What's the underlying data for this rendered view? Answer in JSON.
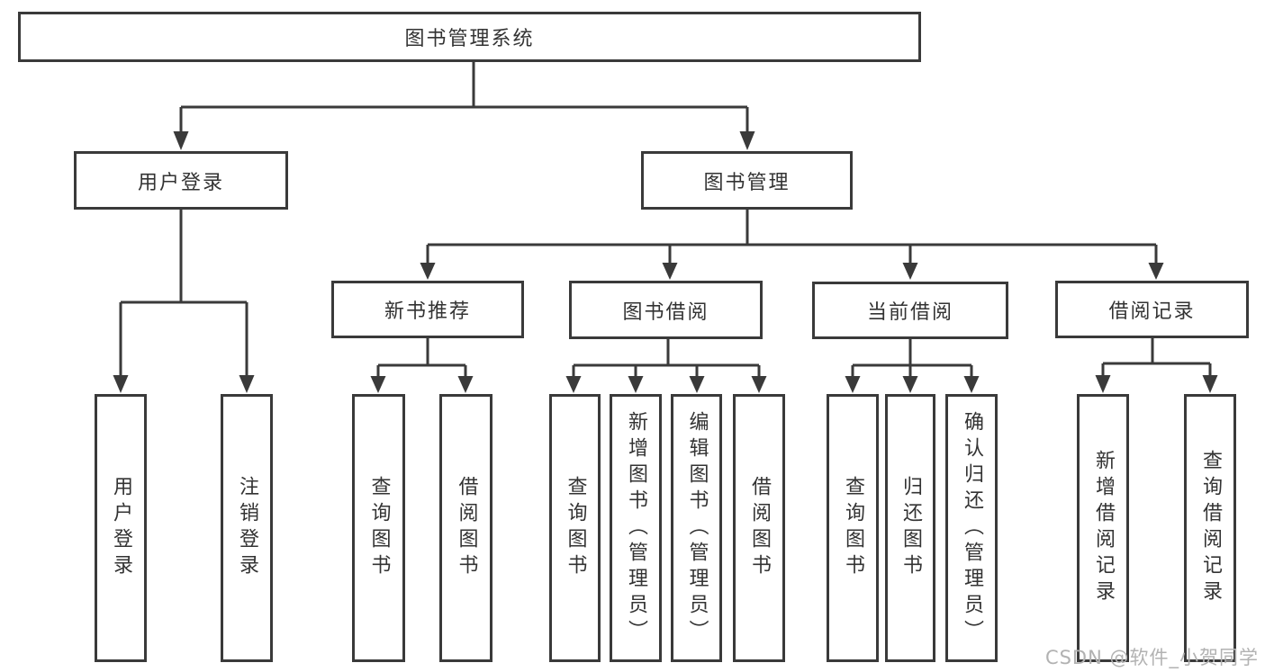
{
  "nodes": {
    "root": "图书管理系统",
    "user_login": "用户登录",
    "book_management": "图书管理",
    "new_book_recommend": "新书推荐",
    "book_borrow": "图书借阅",
    "current_borrow": "当前借阅",
    "borrow_records": "借阅记录",
    "leaf_user_login": "用户登录",
    "leaf_logout": "注销登录",
    "leaf_query_book_recommend": "查询图书",
    "leaf_borrow_book_recommend": "借阅图书",
    "leaf_query_book_borrow": "查询图书",
    "leaf_add_book_admin": "新增图书（管理员）",
    "leaf_edit_book_admin": "编辑图书（管理员）",
    "leaf_borrow_book_borrow": "借阅图书",
    "leaf_query_book_current": "查询图书",
    "leaf_return_book": "归还图书",
    "leaf_confirm_return_admin": "确认归还（管理员）",
    "leaf_add_borrow_record": "新增借阅记录",
    "leaf_query_borrow_record": "查询借阅记录"
  },
  "watermark": "CSDN @软件_小贺同学",
  "colors": {
    "line": "#3a3a3a",
    "text": "#333333",
    "watermark": "#b2b2b2",
    "background": "#ffffff"
  }
}
